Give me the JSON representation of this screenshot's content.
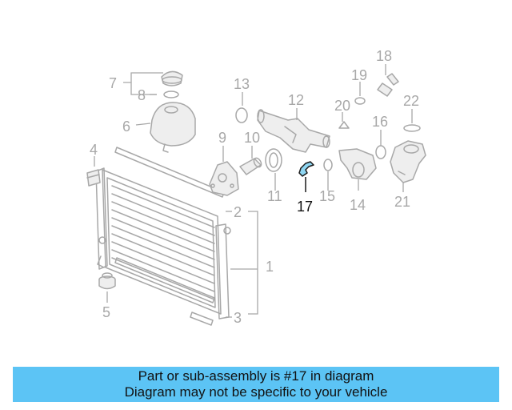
{
  "labels": {
    "n1": "1",
    "n2": "2",
    "n3": "3",
    "n4": "4",
    "n5": "5",
    "n6": "6",
    "n7": "7",
    "n8": "8",
    "n9": "9",
    "n10": "10",
    "n11": "11",
    "n12": "12",
    "n13": "13",
    "n14": "14",
    "n15": "15",
    "n16": "16",
    "n17": "17",
    "n18": "18",
    "n19": "19",
    "n20": "20",
    "n21": "21",
    "n22": "22"
  },
  "highlight_part": "17",
  "colors": {
    "highlight": "#8fd6f2",
    "banner": "#5cc4f5",
    "part_line": "#a8a8a8"
  },
  "banner": {
    "line1": "Part or sub-assembly is #17 in diagram",
    "line2": "Diagram may not be specific to your vehicle"
  }
}
